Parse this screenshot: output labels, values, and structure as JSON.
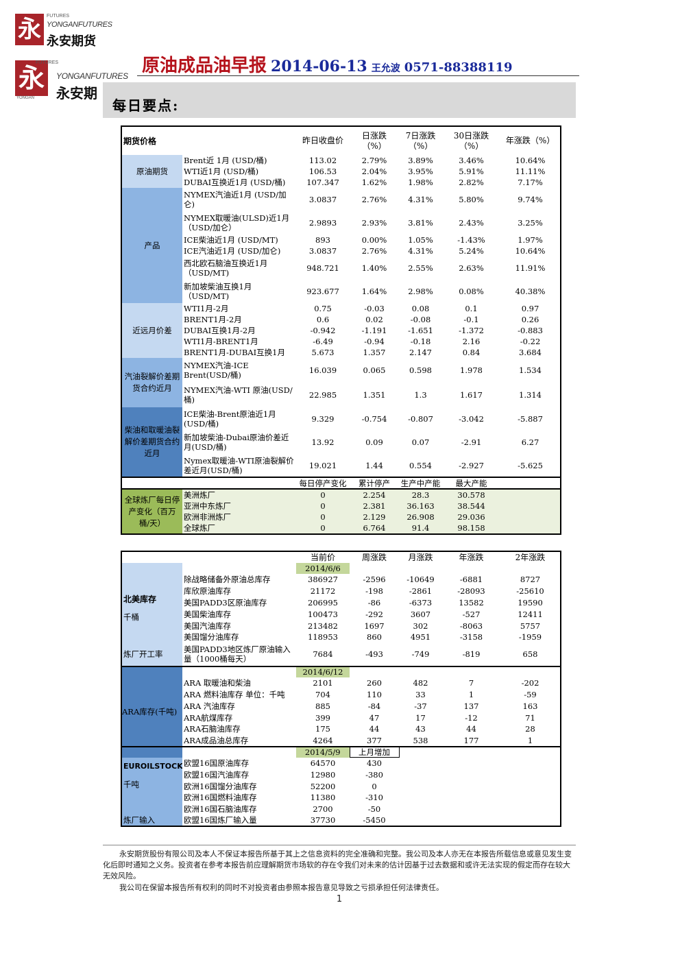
{
  "logo": {
    "en_top": "FUTURES",
    "en": "YONGANFUTURES",
    "cn": "永安期货",
    "cn_cut": "永安期",
    "mark": "永",
    "sub": "YONGAN"
  },
  "header": {
    "title": "原油成品油早报",
    "date": "2014-06-13",
    "author": "王允波",
    "phone": "0571-88388119",
    "section": "每日要点:"
  },
  "table1": {
    "headers": [
      "期货价格",
      "昨日收盘价",
      "日涨跌\n（%）",
      "7日涨跌\n（%）",
      "30日涨跌\n（%）",
      "年涨跌（%）"
    ],
    "groups": [
      {
        "name": "原油期货",
        "rows": [
          [
            "Brent近 1月 (USD/桶)",
            "113.02",
            "2.79%",
            "3.89%",
            "3.46%",
            "10.64%"
          ],
          [
            "WTI近1月 (USD/桶)",
            "106.53",
            "2.04%",
            "3.95%",
            "5.91%",
            "11.11%"
          ],
          [
            "DUBAI互换近1月 (USD/桶)",
            "107.347",
            "1.62%",
            "1.98%",
            "2.82%",
            "7.17%"
          ]
        ]
      },
      {
        "name": "产品",
        "rows": [
          [
            "NYMEX汽油近1月 (USD/加仑)",
            "3.0837",
            "2.76%",
            "4.31%",
            "5.80%",
            "9.74%"
          ],
          [
            "NYMEX取暖油(ULSD)近1月（USD/加仑）",
            "2.9893",
            "2.93%",
            "3.81%",
            "2.43%",
            "3.25%"
          ],
          [
            "ICE柴油近1月 (USD/MT)",
            "893",
            "0.00%",
            "1.05%",
            "-1.43%",
            "1.97%"
          ],
          [
            "ICE汽油近1月 (USD/加仑)",
            "3.0837",
            "2.76%",
            "4.31%",
            "5.24%",
            "10.64%"
          ],
          [
            "西北欧石脑油互换近1月（USD/MT)",
            "948.721",
            "1.40%",
            "2.55%",
            "2.63%",
            "11.91%"
          ],
          [
            "新加坡柴油互换1月（USD/MT)",
            "923.677",
            "1.64%",
            "2.98%",
            "0.08%",
            "40.38%"
          ]
        ]
      },
      {
        "name": "近远月价差",
        "rows": [
          [
            "WTI1月-2月",
            "0.75",
            "-0.03",
            "0.08",
            "0.1",
            "0.97"
          ],
          [
            "BRENT1月-2月",
            "0.6",
            "0.02",
            "-0.08",
            "-0.1",
            "0.26"
          ],
          [
            "DUBAI互换1月-2月",
            "-0.942",
            "-1.191",
            "-1.651",
            "-1.372",
            "-0.883"
          ],
          [
            "WTI1月-BRENT1月",
            "-6.49",
            "-0.94",
            "-0.18",
            "2.16",
            "-0.22"
          ],
          [
            "BRENT1月-DUBAI互换1月",
            "5.673",
            "1.357",
            "2.147",
            "0.84",
            "3.684"
          ]
        ]
      },
      {
        "name": "汽油裂解价差期货合约近月",
        "rows": [
          [
            "NYMEX汽油-ICE Brent(USD/桶)",
            "16.039",
            "0.065",
            "0.598",
            "1.978",
            "1.534"
          ],
          [
            "NYMEX汽油-WTI 原油(USD/桶)",
            "22.985",
            "1.351",
            "1.3",
            "1.617",
            "1.314"
          ]
        ]
      },
      {
        "name": "柴油和取暖油裂解价差期货合约近月",
        "rows": [
          [
            "ICE柴油-Brent原油近1月(USD/桶)",
            "9.329",
            "-0.754",
            "-0.807",
            "-3.042",
            "-5.887"
          ],
          [
            "新加坡柴油-Dubai原油价差近月(USD/桶)",
            "13.92",
            "0.09",
            "0.07",
            "-2.91",
            "6.27"
          ],
          [
            "Nymex取暖油-WTI原油裂解价差近月(USD/桶)",
            "19.021",
            "1.44",
            "0.554",
            "-2.927",
            "-5.625"
          ]
        ]
      }
    ],
    "refinery_headers": [
      "每日停产变化",
      "累计停产",
      "生产中产能",
      "最大产能"
    ],
    "refinery_name": "全球炼厂每日停产变化（百万桶/天）",
    "refinery_rows": [
      [
        "美洲炼厂",
        "0",
        "2.254",
        "28.3",
        "30.578"
      ],
      [
        "亚洲中东炼厂",
        "0",
        "2.381",
        "36.163",
        "38.544"
      ],
      [
        "欧洲非洲炼厂",
        "0",
        "2.129",
        "26.908",
        "29.036"
      ],
      [
        "全球炼厂",
        "0",
        "6.764",
        "91.4",
        "98.158"
      ]
    ]
  },
  "table2": {
    "headers": [
      "当前价",
      "周涨跌",
      "月涨跌",
      "年涨跌",
      "2年涨跌"
    ],
    "na": {
      "date": "2014/6/6",
      "title": "北美库存",
      "unit": "千桶",
      "rows": [
        [
          "除战略储备外原油总库存",
          "386927",
          "-2596",
          "-10649",
          "-6881",
          "8727"
        ],
        [
          "库欣原油库存",
          "21172",
          "-198",
          "-2861",
          "-28093",
          "-25610"
        ],
        [
          "美国PADD3区原油库存",
          "206995",
          "-86",
          "-6373",
          "13582",
          "19590"
        ],
        [
          "美国柴油库存",
          "100473",
          "-292",
          "3607",
          "-527",
          "12411"
        ],
        [
          "美国汽油库存",
          "213482",
          "1697",
          "302",
          "-8063",
          "5757"
        ],
        [
          "美国馏分油库存",
          "118953",
          "860",
          "4951",
          "-3158",
          "-1959"
        ]
      ],
      "run_label": "炼厂开工率",
      "run_row": [
        "美国PADD3地区炼厂原油输入量（1000桶每天）",
        "7684",
        "-493",
        "-749",
        "-819",
        "658"
      ]
    },
    "ara": {
      "date": "2014/6/12",
      "title": "ARA库存(千吨)",
      "rows": [
        [
          "ARA 取暖油和柴油",
          "2101",
          "260",
          "482",
          "7",
          "-202"
        ],
        [
          "ARA 燃料油库存 单位：千吨",
          "704",
          "110",
          "33",
          "1",
          "-59"
        ],
        [
          "ARA 汽油库存",
          "885",
          "-84",
          "-37",
          "137",
          "163"
        ],
        [
          "ARA航煤库存",
          "399",
          "47",
          "17",
          "-12",
          "71"
        ],
        [
          "ARA石脑油库存",
          "175",
          "44",
          "43",
          "44",
          "28"
        ],
        [
          "ARA成品油总库存",
          "4264",
          "377",
          "538",
          "177",
          "1"
        ]
      ]
    },
    "eu": {
      "date": "2014/5/9",
      "delta_header": "上月增加",
      "title": "EUROILSTOCK",
      "unit": "千吨",
      "rows": [
        [
          "欧盟16国原油库存",
          "64570",
          "430"
        ],
        [
          "欧盟16国汽油库存",
          "12980",
          "-380"
        ],
        [
          "欧洲16国馏分油库存",
          "52200",
          "0"
        ],
        [
          "欧洲16国燃料油库存",
          "11380",
          "-310"
        ],
        [
          "欧洲16国石脑油库存",
          "2700",
          "-50"
        ]
      ],
      "run_label": "炼厂输入",
      "run_row": [
        "欧盟16国炼厂输入量",
        "37730",
        "-5450"
      ]
    }
  },
  "footer": {
    "p1": "永安期货股份有限公司及本人不保证本报告所基于其上之信息资料的完全准确和完整。我公司及本人亦无在本报告所载信息或意见发生变化后即时通知之义务。投资者在参考本报告前应理解期货市场软的存在令我们对未来的估计因基于过去数据和或许无法实现的假定而存在较大无效风险。",
    "p2": "我公司在保留本报告所有权利的同时不对投资者由参照本报告意见导致之亏损承担任何法律责任。",
    "page": "1"
  }
}
